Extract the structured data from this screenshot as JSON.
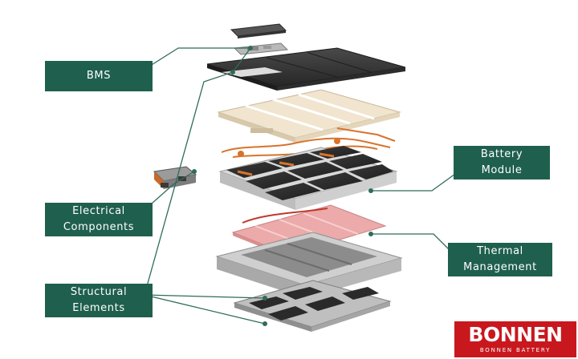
{
  "labels": {
    "bms": "BMS",
    "battery_module_line1": "Battery",
    "battery_module_line2": "Module",
    "electrical_line1": "Electrical",
    "electrical_line2": "Components",
    "thermal_line1": "Thermal",
    "thermal_line2": "Management",
    "structural_line1": "Structural",
    "structural_line2": "Elements"
  },
  "logo": {
    "brand": "BONNEN",
    "subtitle": "BONNEN BATTERY"
  },
  "colors": {
    "label_bg": "#1f5f4e",
    "connector": "#2f6b5b",
    "brand_red": "#c8181e"
  }
}
